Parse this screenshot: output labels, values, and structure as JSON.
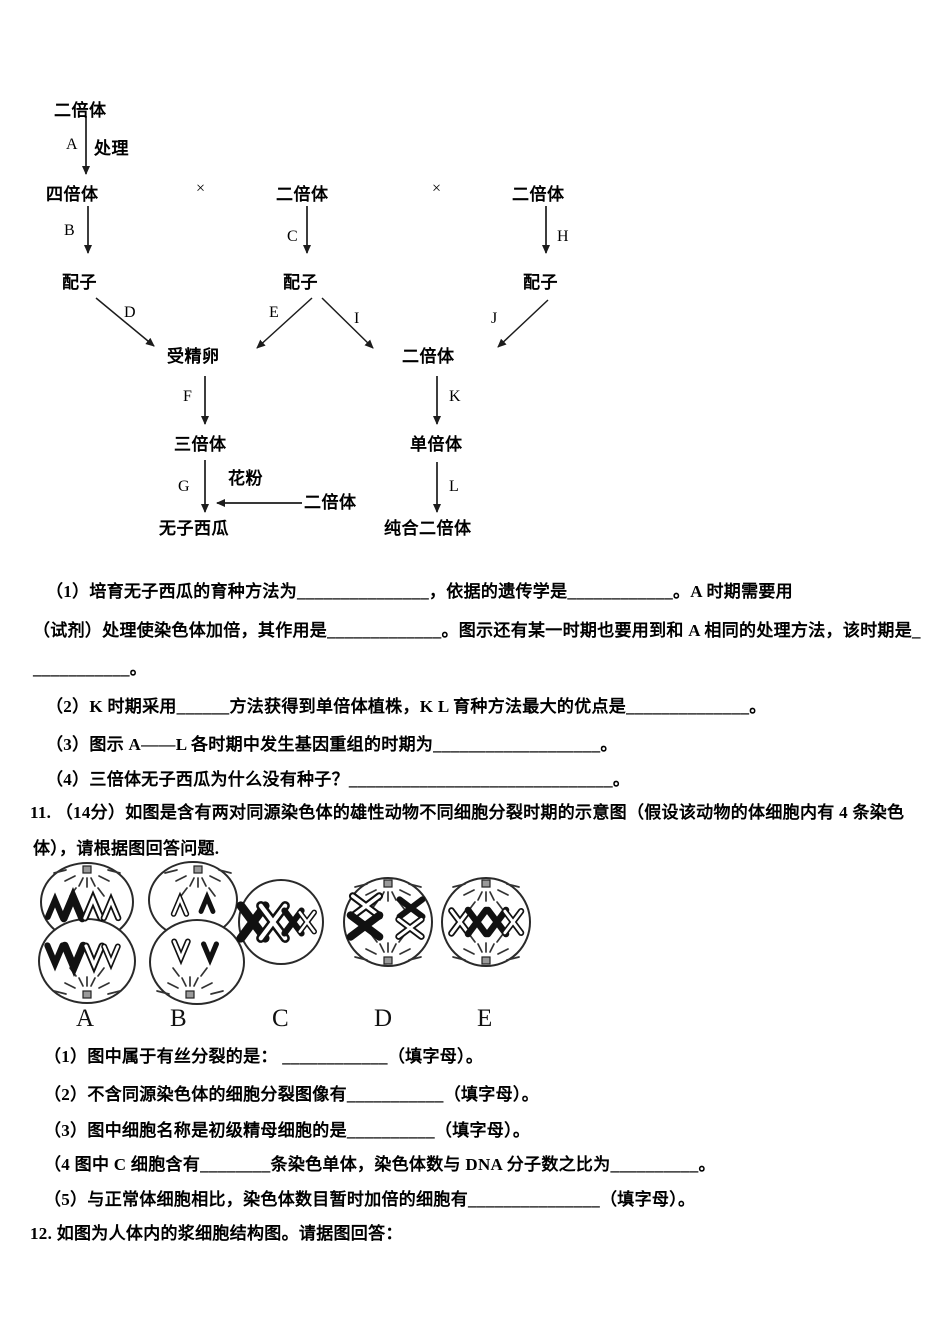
{
  "flowchart": {
    "nodes": {
      "diploid": "二倍体",
      "tetraploid": "四倍体",
      "gamete": "配子",
      "zygote": "受精卵",
      "triploid": "三倍体",
      "haploid": "单倍体",
      "seedless_watermelon": "无子西瓜",
      "pure_diploid": "纯合二倍体",
      "pollen": "花粉",
      "treatment": "处理",
      "cross_symbol": "×"
    },
    "step_labels": [
      "A",
      "B",
      "C",
      "D",
      "E",
      "F",
      "G",
      "H",
      "I",
      "J",
      "K",
      "L"
    ]
  },
  "q10": {
    "lines": [
      "（1）培育无子西瓜的育种方法为_______________，依据的遗传学是____________。A 时期需要用",
      "（试剂）处理使染色体加倍，其作用是_____________。图示还有某一时期也要用到和 A 相同的处理方法，该时期是_",
      "___________。",
      "（2）K 时期采用______方法获得到单倍体植株，K L 育种方法最大的优点是______________。",
      "（3）图示 A——L 各时期中发生基因重组的时期为___________________。",
      "（4）三倍体无子西瓜为什么没有种子？______________________________。"
    ]
  },
  "q11": {
    "intro": [
      "11. （14分）如图是含有两对同源染色体的雄性动物不同细胞分裂时期的示意图（假设该动物的体细胞内有 4 条染色",
      "体），请根据图回答问题."
    ],
    "cell_labels": [
      "A",
      "B",
      "C",
      "D",
      "E"
    ],
    "sub_questions": [
      "（1）图中属于有丝分裂的是： ____________（填字母）。",
      "（2）不含同源染色体的细胞分裂图像有___________（填字母）。",
      "（3）图中细胞名称是初级精母细胞的是__________（填字母）。",
      "（4 图中 C 细胞含有________条染色单体，染色体数与 DNA 分子数之比为__________。",
      "（5）与正常体细胞相比，染色体数目暂时加倍的细胞有_______________（填字母）。"
    ]
  },
  "q12": {
    "intro": "12. 如图为人体内的浆细胞结构图。请据图回答："
  }
}
